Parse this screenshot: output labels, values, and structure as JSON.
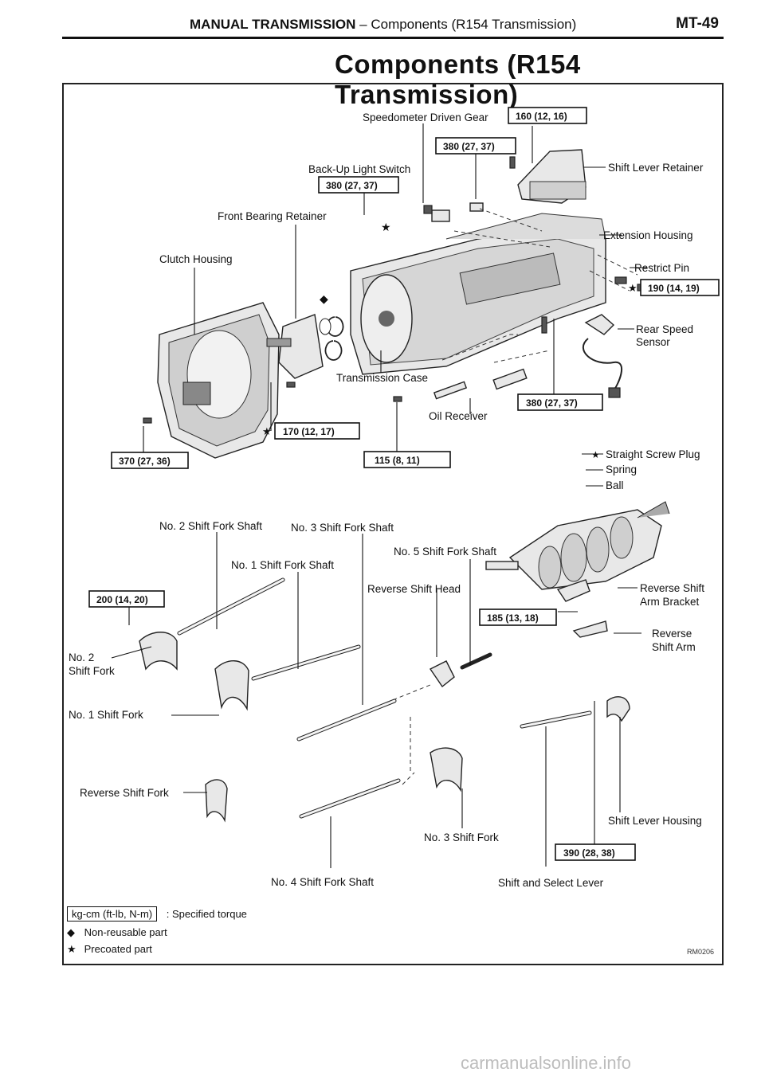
{
  "header": {
    "section": "MANUAL TRANSMISSION",
    "subtitle": "– Components (R154 Transmission)",
    "page_number": "MT-49"
  },
  "title": "Components (R154 Transmission)",
  "labels": {
    "speedometer_driven_gear": "Speedometer Driven Gear",
    "back_up_light_switch": "Back-Up Light Switch",
    "shift_lever_retainer": "Shift Lever Retainer",
    "front_bearing_retainer": "Front Bearing Retainer",
    "extension_housing": "Extension Housing",
    "clutch_housing": "Clutch Housing",
    "restrict_pin": "Restrict Pin",
    "rear_speed_sensor_1": "Rear Speed",
    "rear_speed_sensor_2": "Sensor",
    "transmission_case": "Transmission Case",
    "oil_receiver": "Oil Receiver",
    "straight_screw_plug": "Straight Screw Plug",
    "spring": "Spring",
    "ball": "Ball",
    "no2_shift_fork_shaft": "No. 2 Shift Fork Shaft",
    "no3_shift_fork_shaft": "No. 3 Shift Fork Shaft",
    "no5_shift_fork_shaft": "No. 5 Shift Fork Shaft",
    "no1_shift_fork_shaft": "No. 1 Shift Fork Shaft",
    "reverse_shift_head": "Reverse Shift Head",
    "reverse_shift_arm_bracket_1": "Reverse Shift",
    "reverse_shift_arm_bracket_2": "Arm Bracket",
    "reverse_shift_arm_1": "Reverse",
    "reverse_shift_arm_2": "Shift Arm",
    "no2_shift_fork_1": "No. 2",
    "no2_shift_fork_2": "Shift Fork",
    "no1_shift_fork": "No. 1 Shift Fork",
    "reverse_shift_fork": "Reverse Shift Fork",
    "shift_lever_housing": "Shift Lever Housing",
    "no3_shift_fork": "No. 3 Shift Fork",
    "no4_shift_fork_shaft": "No. 4 Shift Fork Shaft",
    "shift_and_select_lever": "Shift and Select Lever"
  },
  "torques": {
    "t160": "160 (12, 16)",
    "t380a": "380 (27, 37)",
    "t380b": "380 (27, 37)",
    "t190": "190 (14, 19)",
    "t380c": "380 (27, 37)",
    "t170": "170 (12, 17)",
    "t370": "370 (27, 36)",
    "t115": "115 (8, 11)",
    "t200": "200 (14, 20)",
    "t185": "185 (13, 18)",
    "t390": "390 (28, 38)"
  },
  "legend": {
    "torque_unit": "kg-cm (ft-lb, N-m)",
    "torque_desc": ": Specified torque",
    "nonreusable_symbol": "◆",
    "nonreusable": "Non-reusable part",
    "precoated_symbol": "★",
    "precoated": "Precoated part"
  },
  "figure_code": "RM0206",
  "watermark": "carmanualsonline.info"
}
